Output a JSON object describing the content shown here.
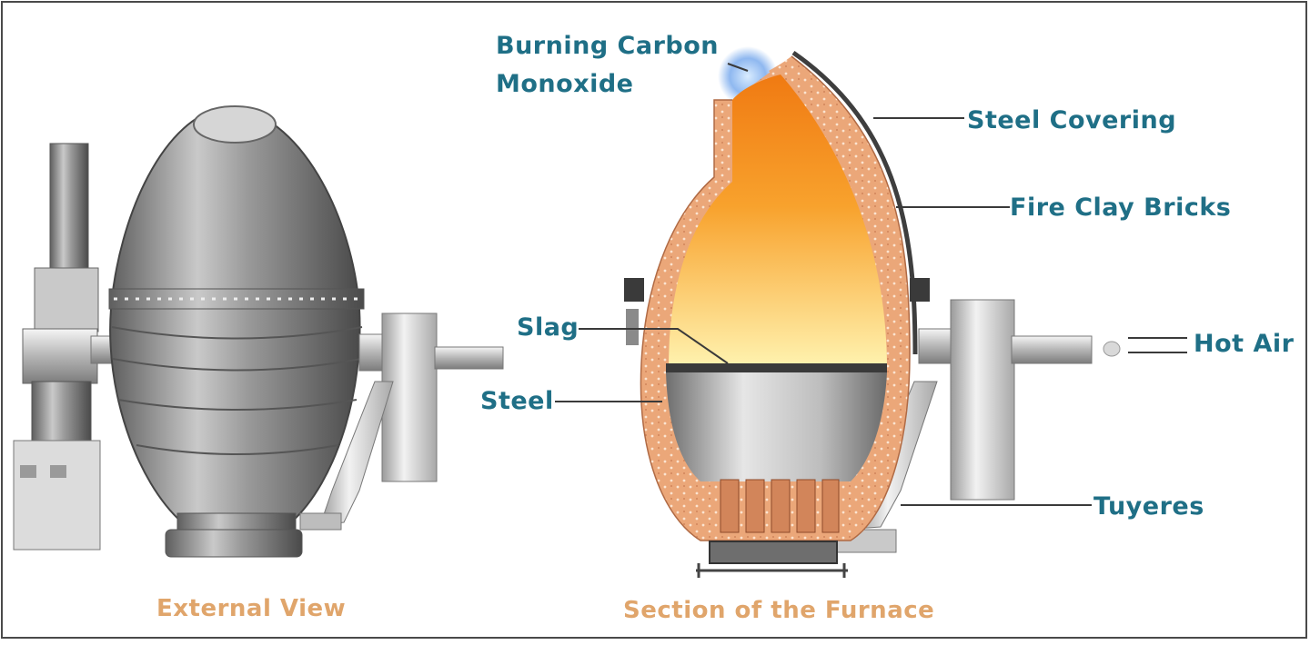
{
  "labels": {
    "burning_line1": "Burning Carbon",
    "burning_line2": "Monoxide",
    "steel_covering": "Steel Covering",
    "fire_clay_bricks": "Fire Clay Bricks",
    "slag": "Slag",
    "steel": "Steel",
    "hot_air": "Hot Air",
    "tuyeres": "Tuyeres"
  },
  "captions": {
    "external_view": "External View",
    "section": "Section of the Furnace"
  },
  "colors": {
    "label_text": "#1f6f86",
    "caption_text": "#e0a56b",
    "brick": "#e9a47a",
    "flame_top": "#f07a12",
    "flame_bottom": "#fff3b0",
    "metal": "#9a9a9a",
    "frame": "#4a4a4a"
  }
}
